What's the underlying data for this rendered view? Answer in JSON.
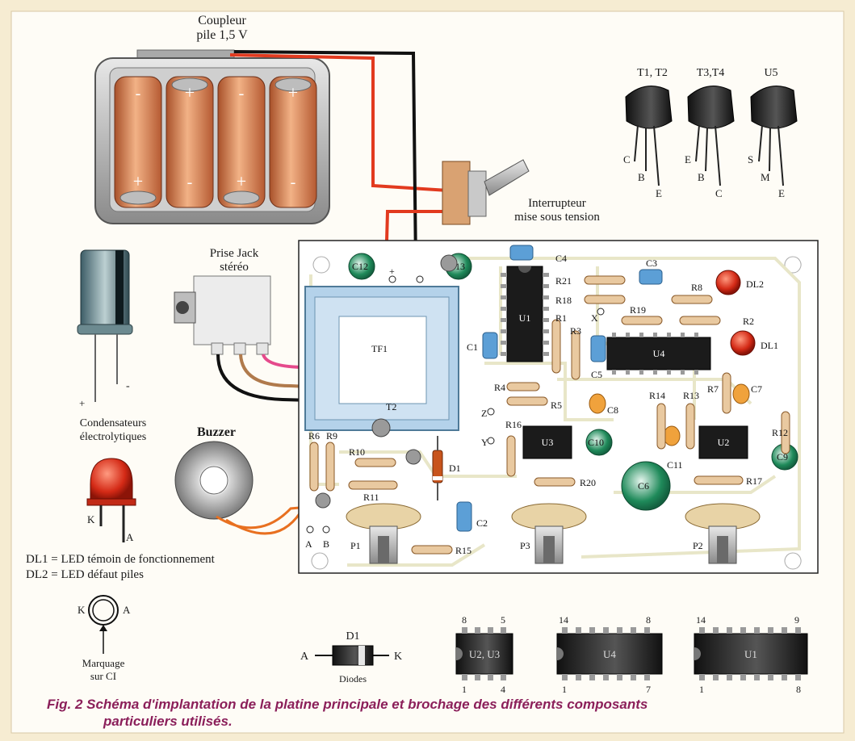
{
  "figure": {
    "caption_line1": "Fig. 2 Schéma d'implantation de la platine principale et brochage des différents composants",
    "caption_line2": "particuliers utilisés."
  },
  "battery": {
    "title_line1": "Coupleur",
    "title_line2": "pile 1,5 V",
    "cell_marks": [
      "-",
      "+",
      "-",
      "+",
      "+",
      "-",
      "+",
      "-"
    ]
  },
  "switch": {
    "label_line1": "Interrupteur",
    "label_line2": "mise sous tension"
  },
  "jack": {
    "label_line1": "Prise Jack",
    "label_line2": "stéréo"
  },
  "capacitor": {
    "plus": "+",
    "minus": "-",
    "label_line1": "Condensateurs",
    "label_line2": "électrolytiques"
  },
  "buzzer": {
    "label": "Buzzer",
    "pin_a": "A",
    "pin_b": "B"
  },
  "led": {
    "pin_k": "K",
    "pin_a": "A"
  },
  "legend": {
    "dl1": "DL1 = LED témoin de fonctionnement",
    "dl2": "DL2 = LED défaut piles"
  },
  "marking": {
    "k": "K",
    "a": "A",
    "label_line1": "Marquage",
    "label_line2": "sur CI"
  },
  "transistors": [
    {
      "title": "T1, T2",
      "pins": [
        "C",
        "B",
        "E"
      ]
    },
    {
      "title": "T3,T4",
      "pins": [
        "E",
        "B",
        "C"
      ]
    },
    {
      "title": "U5",
      "pins": [
        "S",
        "M",
        "E"
      ]
    }
  ],
  "diode": {
    "name": "D1",
    "a": "A",
    "k": "K",
    "label": "Diodes"
  },
  "ics": [
    {
      "name": "U2, U3",
      "tl": "8",
      "tr": "5",
      "bl": "1",
      "br": "4"
    },
    {
      "name": "U4",
      "tl": "14",
      "tr": "8",
      "bl": "1",
      "br": "7"
    },
    {
      "name": "U1",
      "tl": "14",
      "tr": "9",
      "bl": "1",
      "br": "8"
    }
  ],
  "pcb": {
    "labels": {
      "c12": "C12",
      "plus": "+",
      "c13": "C13",
      "c4": "C4",
      "c3": "C3",
      "r21": "R21",
      "r18": "R18",
      "r8": "R8",
      "dl2": "DL2",
      "x": "X",
      "r19": "R19",
      "r2": "R2",
      "r1": "R1",
      "r3": "R3",
      "u1": "U1",
      "tf1": "TF1",
      "c1": "C1",
      "c5": "C5",
      "u4": "U4",
      "dl1": "DL1",
      "r4": "R4",
      "r5": "R5",
      "z": "Z",
      "c8": "C8",
      "r14": "R14",
      "r13": "R13",
      "r7": "R7",
      "c7": "C7",
      "r16": "R16",
      "y": "Y",
      "u3": "U3",
      "c10": "C10",
      "u2": "U2",
      "r12": "R12",
      "r6": "R6",
      "r9": "R9",
      "r10": "R10",
      "d1": "D1",
      "c11": "C11",
      "c9": "C9",
      "c6": "C6",
      "r11": "R11",
      "r20": "R20",
      "r17": "R17",
      "c2": "C2",
      "a": "A",
      "b": "B",
      "p1": "P1",
      "r15": "R15",
      "p3": "P3",
      "p2": "P2",
      "t2": "T2"
    }
  }
}
